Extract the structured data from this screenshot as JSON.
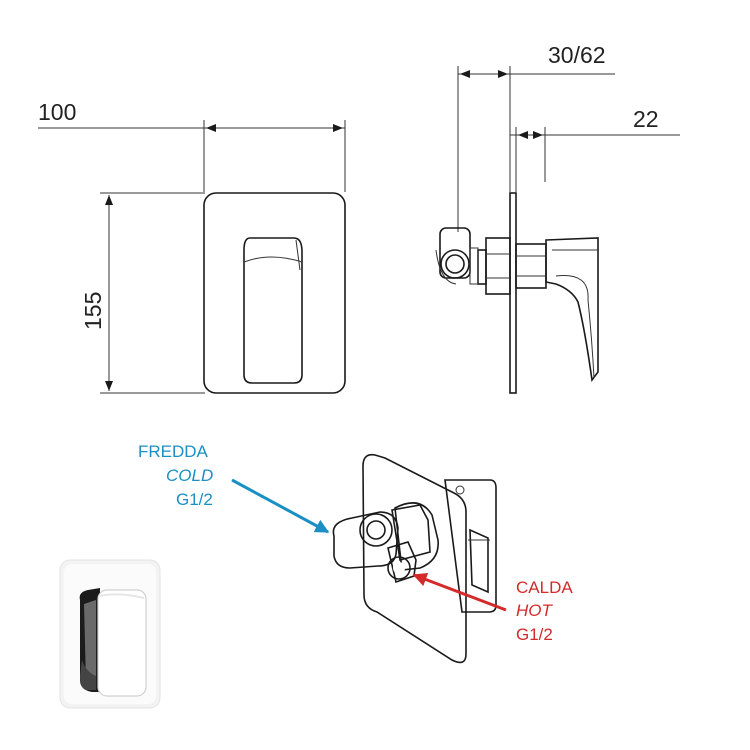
{
  "dimensions": {
    "width": "100",
    "height": "155",
    "depth_range": "30/62",
    "plate_offset": "22"
  },
  "inlets": {
    "cold": {
      "label_it": "FREDDA",
      "label_en": "COLD",
      "thread": "G1/2",
      "color": "#1a8fc4"
    },
    "hot": {
      "label_it": "CALDA",
      "label_en": "HOT",
      "thread": "G1/2",
      "color": "#d42a2a"
    }
  }
}
